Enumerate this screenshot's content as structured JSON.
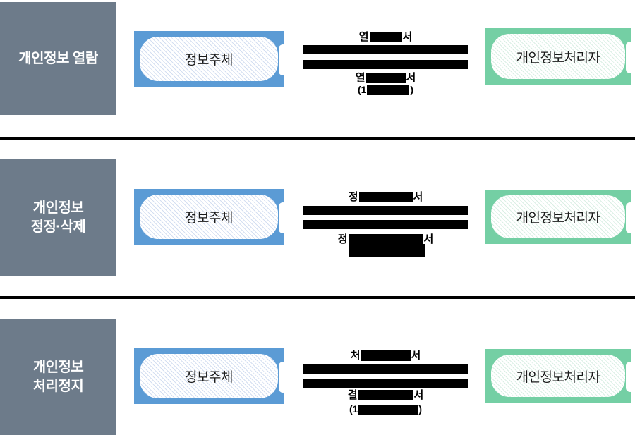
{
  "diagram_title": "개인정보 열람·정정·삭제·처리정지 절차 다이어그램",
  "colors": {
    "category_bg": "#6d7b8a",
    "category_text": "#ffffff",
    "subject_border": "#5b9bd5",
    "subject_hatch": "#d3def1",
    "processor_border": "#74cfa4",
    "processor_hatch": "#daefe4",
    "redaction": "#000000",
    "divider": "#000000"
  },
  "rows": [
    {
      "category_line1": "개인정보 열람",
      "category_line2": "",
      "subject_label": "정보주체",
      "processor_label": "개인정보처리자",
      "request_prefix": "열",
      "request_suffix": "서",
      "response_prefix": "열",
      "response_suffix": "서",
      "duration_prefix": "(1",
      "duration_suffix": ")"
    },
    {
      "category_line1": "개인정보",
      "category_line2": "정정·삭제",
      "subject_label": "정보주체",
      "processor_label": "개인정보처리자",
      "request_prefix": "정",
      "request_suffix": "서",
      "response_prefix": "정",
      "response_suffix": "서",
      "duration_prefix": "",
      "duration_suffix": ""
    },
    {
      "category_line1": "개인정보",
      "category_line2": "처리정지",
      "subject_label": "정보주체",
      "processor_label": "개인정보처리자",
      "request_prefix": "처",
      "request_suffix": "서",
      "response_prefix": "결",
      "response_suffix": "서",
      "duration_prefix": "(1",
      "duration_suffix": ")"
    }
  ]
}
